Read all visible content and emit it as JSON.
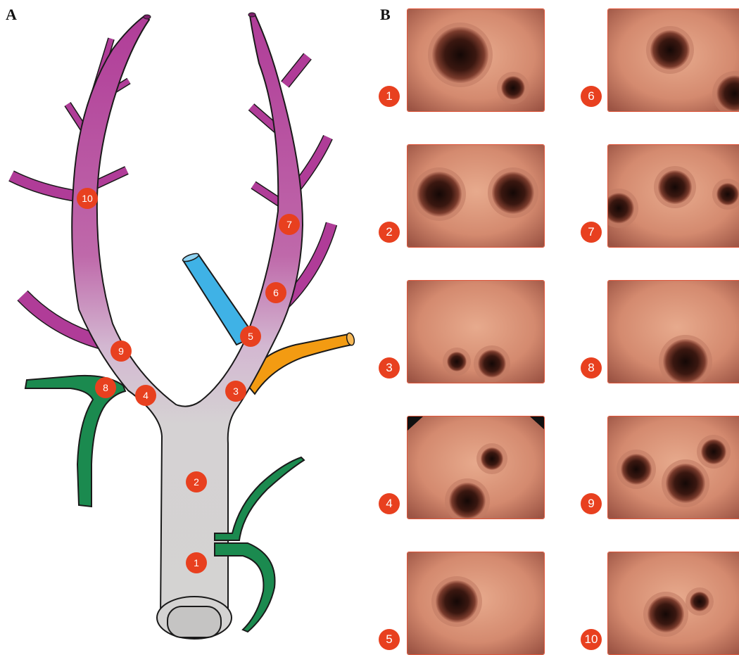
{
  "panels": {
    "a_label": "A",
    "b_label": "B"
  },
  "diagram": {
    "markers": [
      "1",
      "2",
      "3",
      "4",
      "5",
      "6",
      "7",
      "8",
      "9",
      "10"
    ],
    "colors": {
      "trachea": "#d4d3d2",
      "bronchi": "#b03c98",
      "blue_branch": "#3fb2e6",
      "orange_branch": "#f39b12",
      "green_branch": "#1b8a4f",
      "marker": "#e8401f"
    }
  },
  "views": [
    {
      "label": "1"
    },
    {
      "label": "2"
    },
    {
      "label": "3"
    },
    {
      "label": "4"
    },
    {
      "label": "5"
    },
    {
      "label": "6"
    },
    {
      "label": "7"
    },
    {
      "label": "8"
    },
    {
      "label": "9"
    },
    {
      "label": "10"
    }
  ]
}
